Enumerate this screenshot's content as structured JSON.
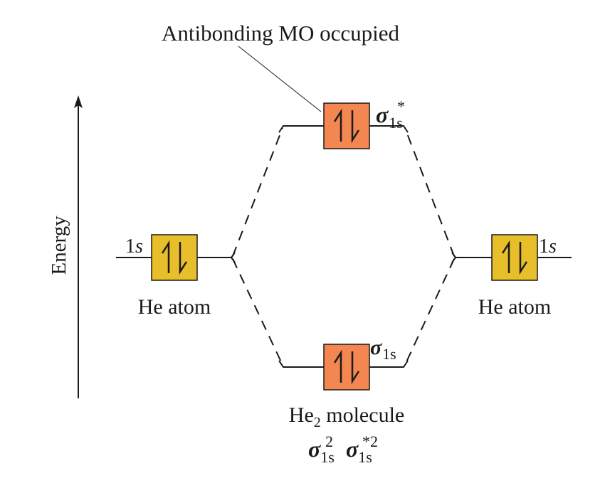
{
  "title": "Antibonding MO occupied",
  "axis": {
    "label": "Energy"
  },
  "colors": {
    "atomic_orbital": "#E8BE2A",
    "molecular_orbital": "#F38651",
    "line": "#1a1a1a"
  },
  "left_atom": {
    "label": "He atom",
    "orbital": {
      "name": "1",
      "name_sub": "s",
      "electrons": "up-down"
    }
  },
  "right_atom": {
    "label": "He atom",
    "orbital": {
      "name": "1",
      "name_sub": "s",
      "electrons": "up-down"
    }
  },
  "molecule": {
    "label_main": "He",
    "label_sub": "2",
    "label_rest": " molecule",
    "antibonding": {
      "symbol": "σ",
      "sub": "1s",
      "sup": "*",
      "electrons": "up-down"
    },
    "bonding": {
      "symbol": "σ",
      "sub": "1s",
      "electrons": "up-down"
    },
    "configuration": [
      {
        "symbol": "σ",
        "sub": "1s",
        "sup": "2"
      },
      {
        "symbol": "σ",
        "sub": "1s",
        "sup": "*2"
      }
    ]
  }
}
